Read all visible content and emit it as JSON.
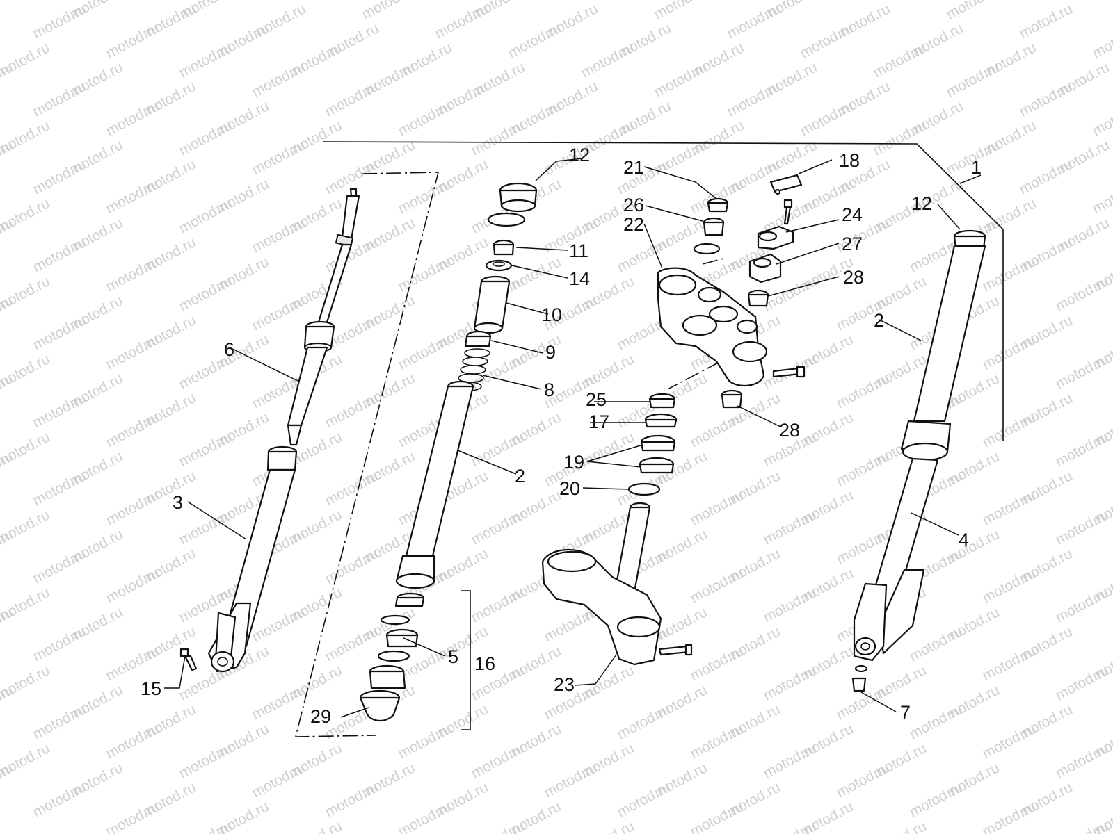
{
  "watermark": "motod.ru",
  "callouts": {
    "c1": "1",
    "c2a": "2",
    "c2b": "2",
    "c3": "3",
    "c4": "4",
    "c5": "5",
    "c6": "6",
    "c7": "7",
    "c8": "8",
    "c9": "9",
    "c10": "10",
    "c11": "11",
    "c12a": "12",
    "c12b": "12",
    "c14": "14",
    "c15": "15",
    "c16": "16",
    "c17": "17",
    "c18": "18",
    "c19": "19",
    "c20": "20",
    "c21": "21",
    "c22": "22",
    "c23": "23",
    "c24": "24",
    "c25": "25",
    "c26": "26",
    "c27": "27",
    "c28a": "28",
    "c28b": "28",
    "c29": "29"
  },
  "colors": {
    "line": "#111111",
    "watermark": "#cfcfcf",
    "background": "#ffffff"
  }
}
